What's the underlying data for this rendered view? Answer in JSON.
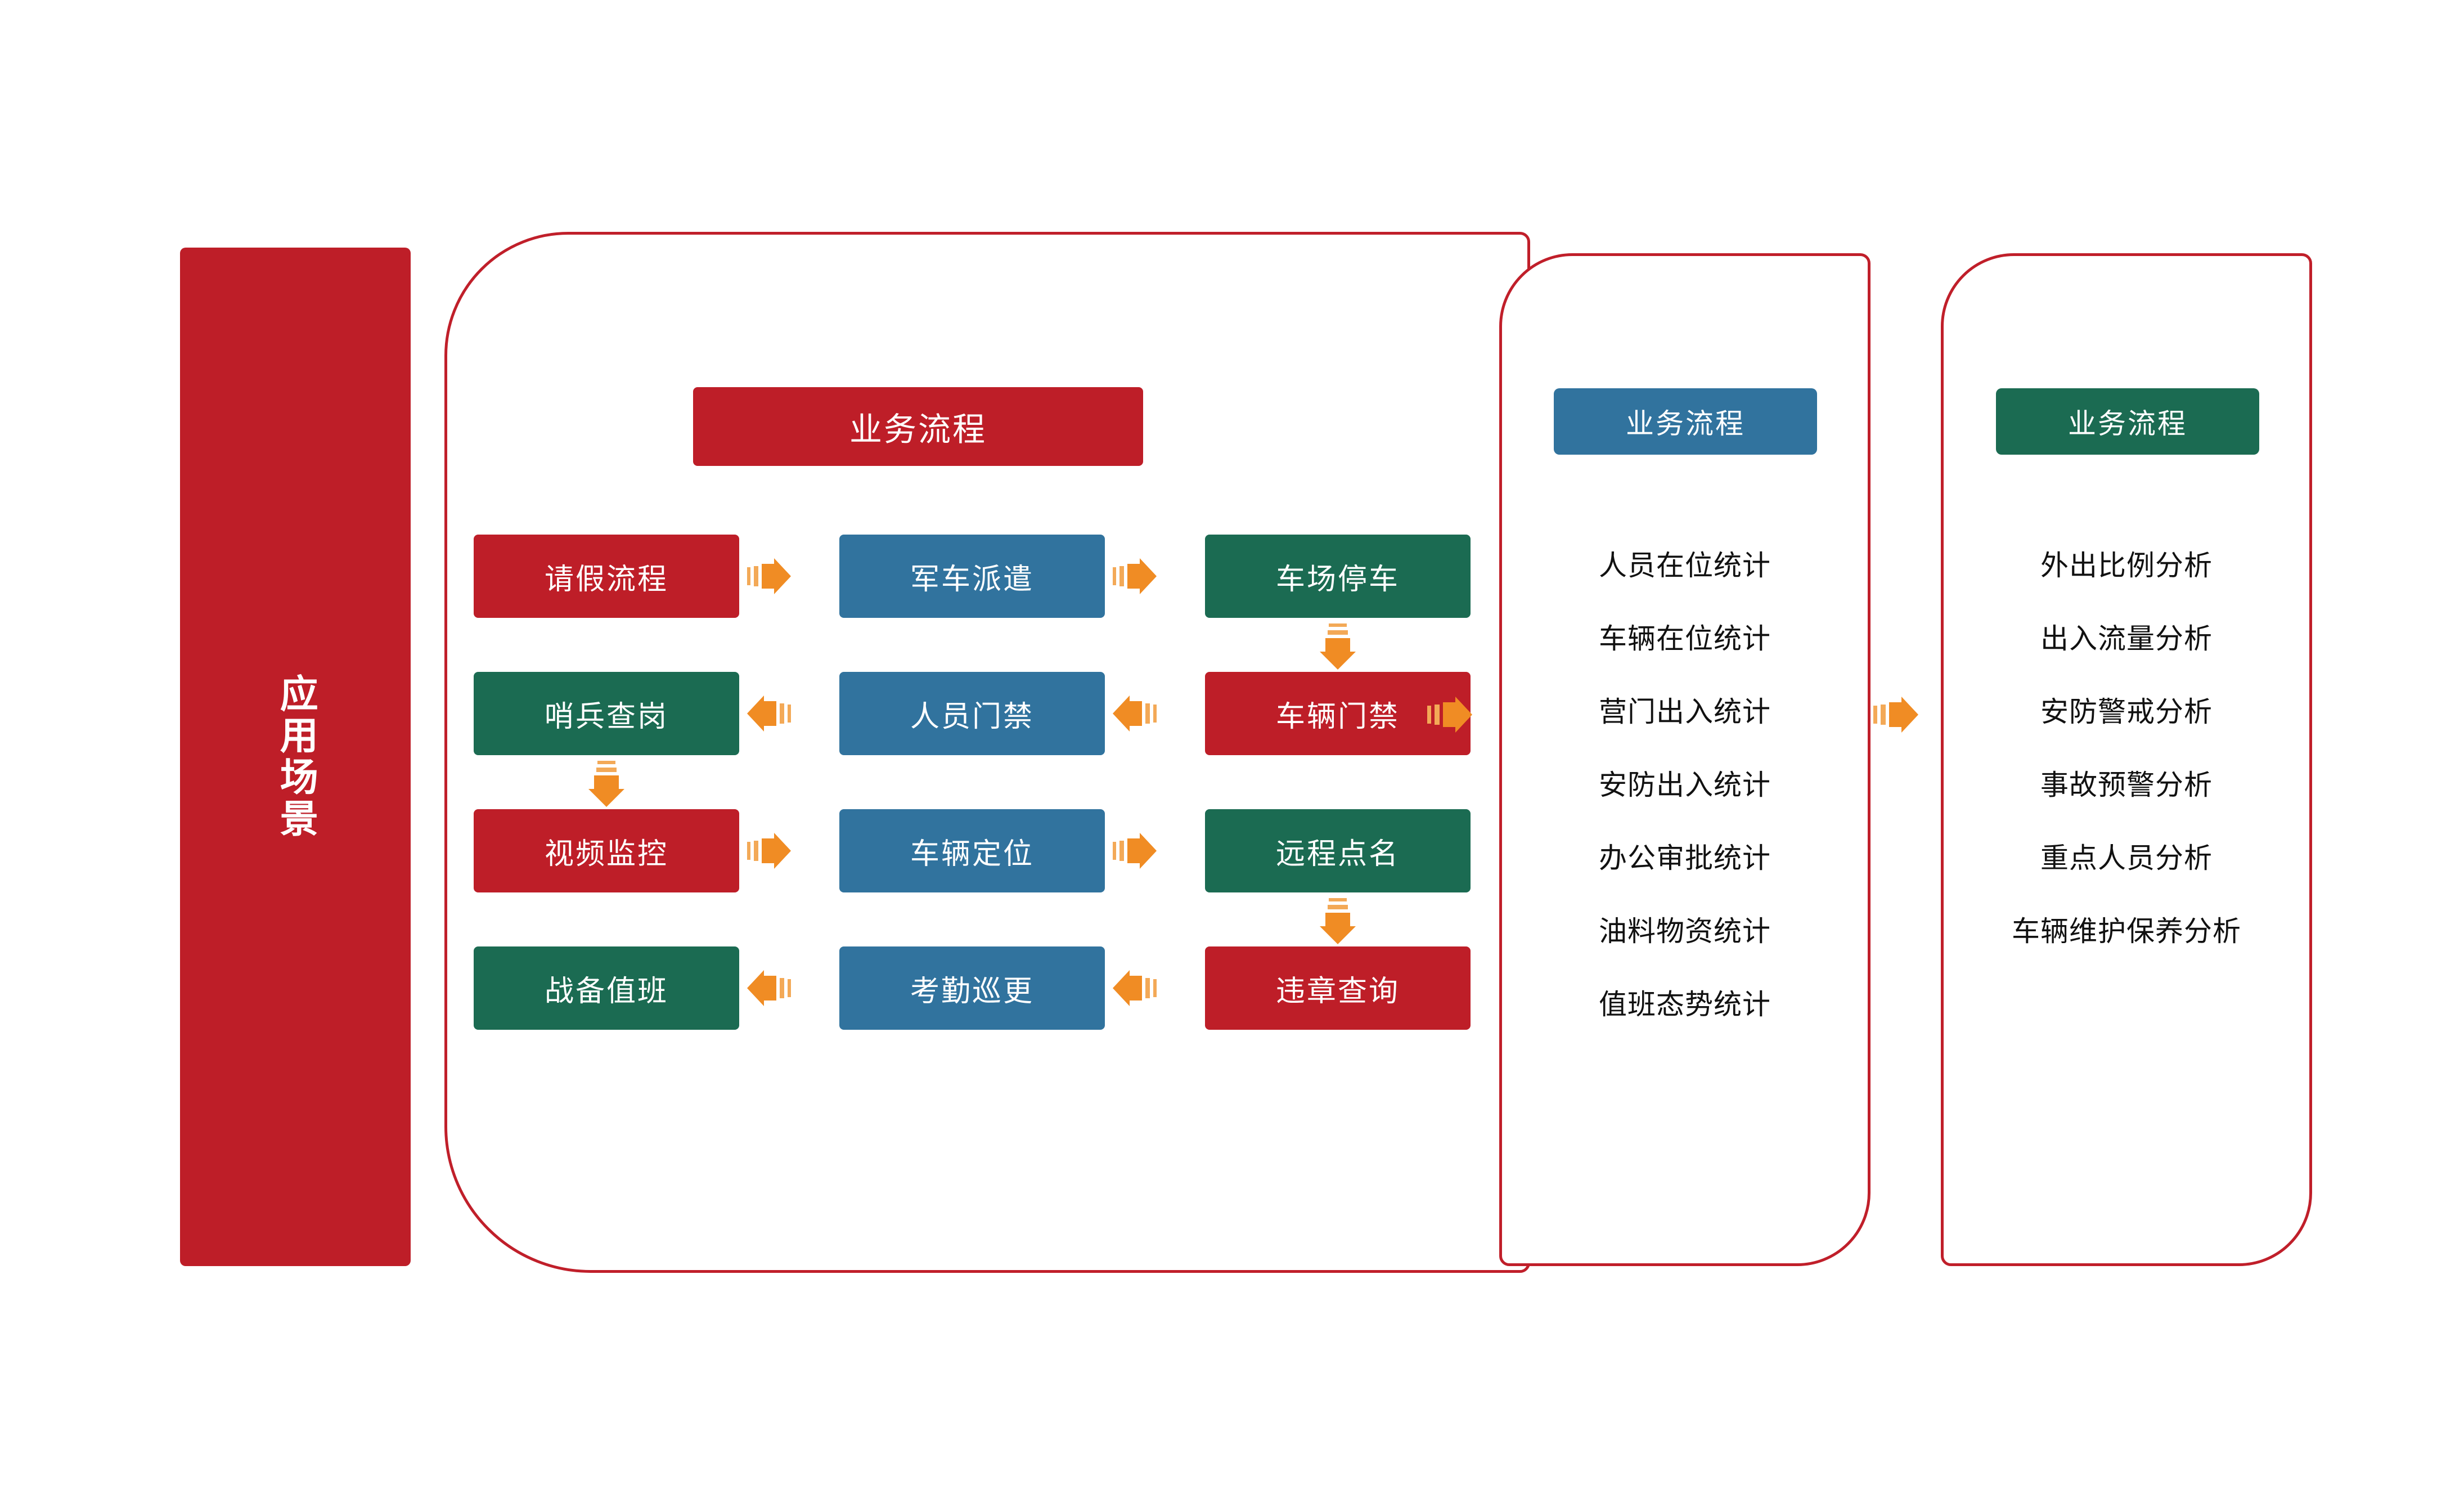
{
  "scenario_banner": {
    "label": "应用场景",
    "color": "#be1e28"
  },
  "main_panel": {
    "title": "业务流程",
    "title_color": "#be1e28",
    "border_color": "#c01f2a",
    "nodes": [
      {
        "label": "请假流程",
        "color": "red",
        "row": 0,
        "col": 0
      },
      {
        "label": "军车派遣",
        "color": "blue",
        "row": 0,
        "col": 1
      },
      {
        "label": "车场停车",
        "color": "green",
        "row": 0,
        "col": 2
      },
      {
        "label": "哨兵查岗",
        "color": "green",
        "row": 1,
        "col": 0
      },
      {
        "label": "人员门禁",
        "color": "blue",
        "row": 1,
        "col": 1
      },
      {
        "label": "车辆门禁",
        "color": "red",
        "row": 1,
        "col": 2
      },
      {
        "label": "视频监控",
        "color": "red",
        "row": 2,
        "col": 0
      },
      {
        "label": "车辆定位",
        "color": "blue",
        "row": 2,
        "col": 1
      },
      {
        "label": "远程点名",
        "color": "green",
        "row": 2,
        "col": 2
      },
      {
        "label": "战备值班",
        "color": "green",
        "row": 3,
        "col": 0
      },
      {
        "label": "考勤巡更",
        "color": "blue",
        "row": 3,
        "col": 1
      },
      {
        "label": "违章查询",
        "color": "red",
        "row": 3,
        "col": 2
      }
    ],
    "arrows": [
      {
        "direction": "right",
        "row": 0,
        "gap": 0
      },
      {
        "direction": "right",
        "row": 0,
        "gap": 1
      },
      {
        "direction": "down",
        "between_rows": "0-1",
        "side": "right"
      },
      {
        "direction": "left",
        "row": 1,
        "gap": 1
      },
      {
        "direction": "left",
        "row": 1,
        "gap": 0
      },
      {
        "direction": "down",
        "between_rows": "1-2",
        "side": "left"
      },
      {
        "direction": "right",
        "row": 2,
        "gap": 0
      },
      {
        "direction": "right",
        "row": 2,
        "gap": 1
      },
      {
        "direction": "down",
        "between_rows": "2-3",
        "side": "right"
      },
      {
        "direction": "left",
        "row": 3,
        "gap": 1
      },
      {
        "direction": "left",
        "row": 3,
        "gap": 0
      }
    ]
  },
  "stats_panel": {
    "header": "业务流程",
    "header_color": "#31739e",
    "items": [
      "人员在位统计",
      "车辆在位统计",
      "营门出入统计",
      "安防出入统计",
      "办公审批统计",
      "油料物资统计",
      "值班态势统计"
    ]
  },
  "analysis_panel": {
    "header": "业务流程",
    "header_color": "#1b6b52",
    "items": [
      "外出比例分析",
      "出入流量分析",
      "安防警戒分析",
      "事故预警分析",
      "重点人员分析",
      "车辆维护保养分析"
    ]
  },
  "connectors": {
    "main_to_stats": "right-arrow-icon",
    "stats_to_analysis": "right-arrow-icon",
    "arrow_color": "#f08c24"
  },
  "palette": {
    "red": "#be1e28",
    "blue": "#31739e",
    "green": "#1b6b52",
    "orange": "#f08c24",
    "border_red": "#c01f2a",
    "text_dark": "#111111"
  }
}
